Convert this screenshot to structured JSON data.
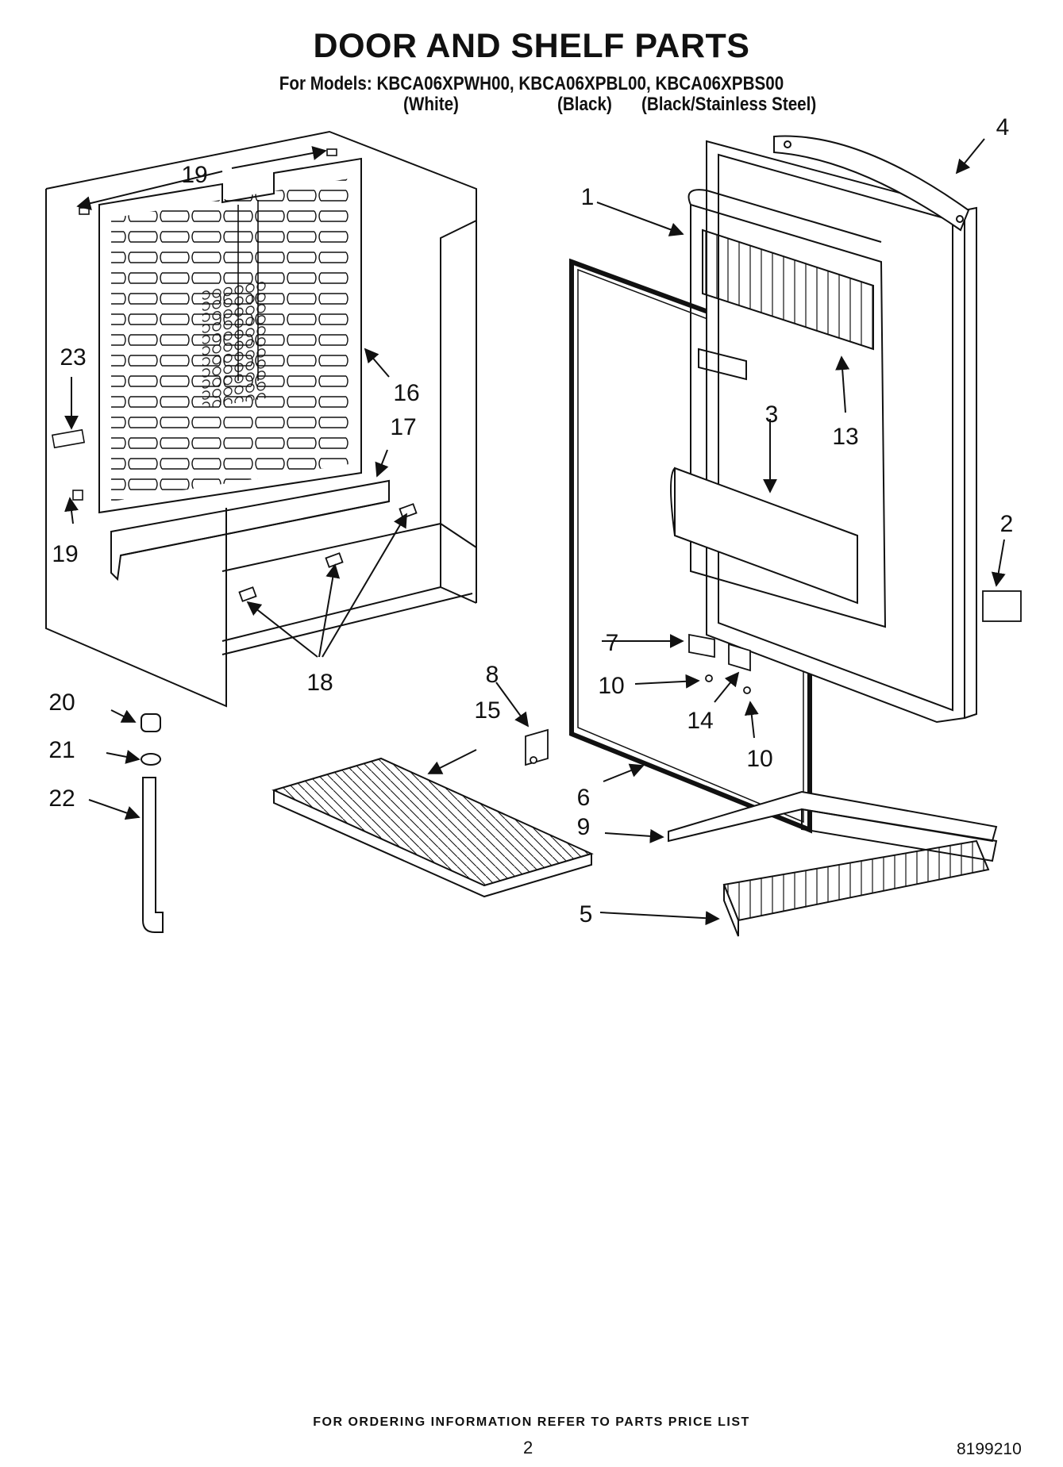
{
  "header": {
    "title": "DOOR AND SHELF PARTS",
    "models_line": "For Models: KBCA06XPWH00, KBCA06XPBL00, KBCA06XPBS00",
    "variants": [
      "(White)",
      "(Black)",
      "(Black/Stainless Steel)"
    ]
  },
  "callouts": {
    "p1": "1",
    "p2": "2",
    "p3": "3",
    "p4": "4",
    "p5": "5",
    "p6": "6",
    "p7": "7",
    "p8": "8",
    "p9": "9",
    "p10a": "10",
    "p10b": "10",
    "p13": "13",
    "p14": "14",
    "p15": "15",
    "p16": "16",
    "p17": "17",
    "p18": "18",
    "p19a": "19",
    "p19b": "19",
    "p20": "20",
    "p21": "21",
    "p22": "22",
    "p23": "23"
  },
  "footer": {
    "note": "FOR ORDERING INFORMATION REFER TO PARTS PRICE LIST",
    "page": "2",
    "doc_number": "8199210"
  }
}
